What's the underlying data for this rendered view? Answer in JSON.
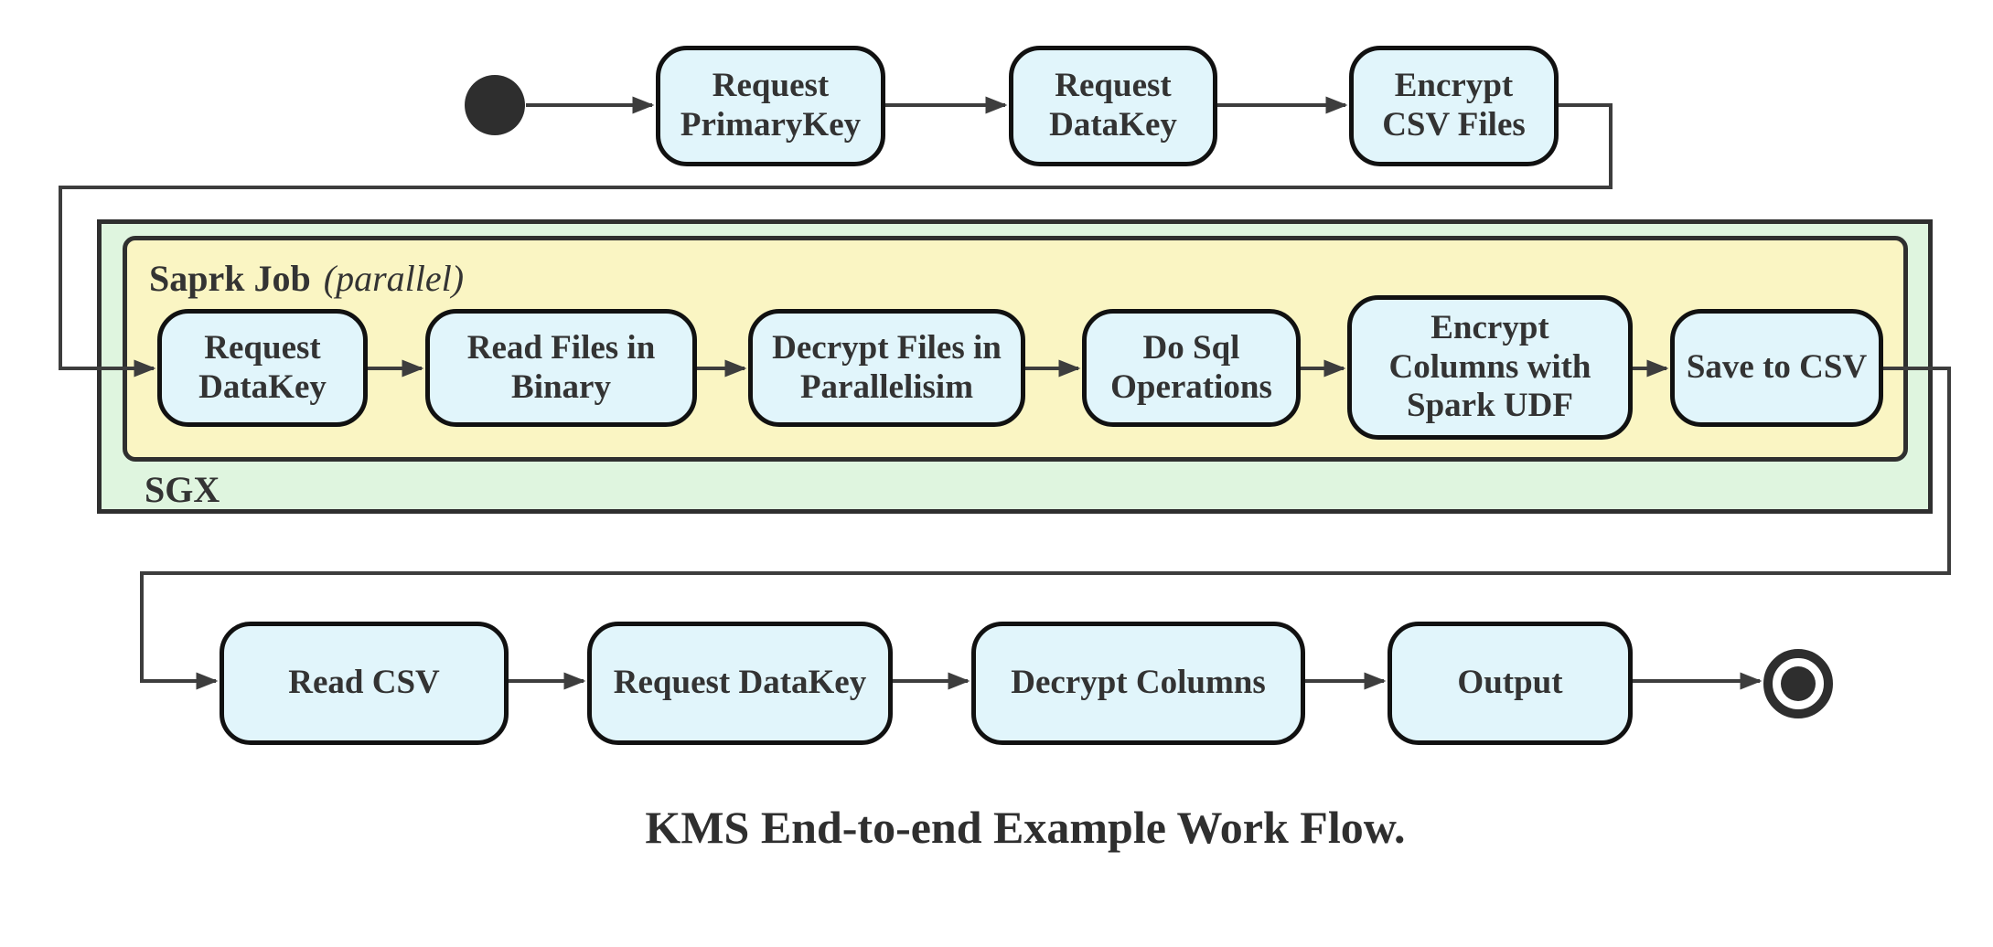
{
  "diagram": {
    "title": "KMS End-to-end Example Work Flow.",
    "colors": {
      "node_fill": "#E1F5FB",
      "node_border": "#111111",
      "container_sgx_fill": "#DFF5DF",
      "container_spark_fill": "#FAF5C3",
      "container_border": "#2F2F2F",
      "connector": "#3D3D3D",
      "text": "#333333",
      "terminal": "#2E2E2E"
    },
    "containers": {
      "sgx": {
        "label": "SGX"
      },
      "spark_job": {
        "name": "Saprk Job",
        "qualifier": "(parallel)"
      }
    },
    "nodes": {
      "top": [
        {
          "label": "Request\nPrimaryKey"
        },
        {
          "label": "Request\nDataKey"
        },
        {
          "label": "Encrypt\nCSV Files"
        }
      ],
      "middle": [
        {
          "label": "Request\nDataKey"
        },
        {
          "label": "Read Files in\nBinary"
        },
        {
          "label": "Decrypt Files in\nParallelisim"
        },
        {
          "label": "Do Sql\nOperations"
        },
        {
          "label": "Encrypt\nColumns with\nSpark UDF"
        },
        {
          "label": "Save to CSV"
        }
      ],
      "bottom": [
        {
          "label": "Read CSV"
        },
        {
          "label": "Request DataKey"
        },
        {
          "label": "Decrypt Columns"
        },
        {
          "label": "Output"
        }
      ]
    }
  }
}
